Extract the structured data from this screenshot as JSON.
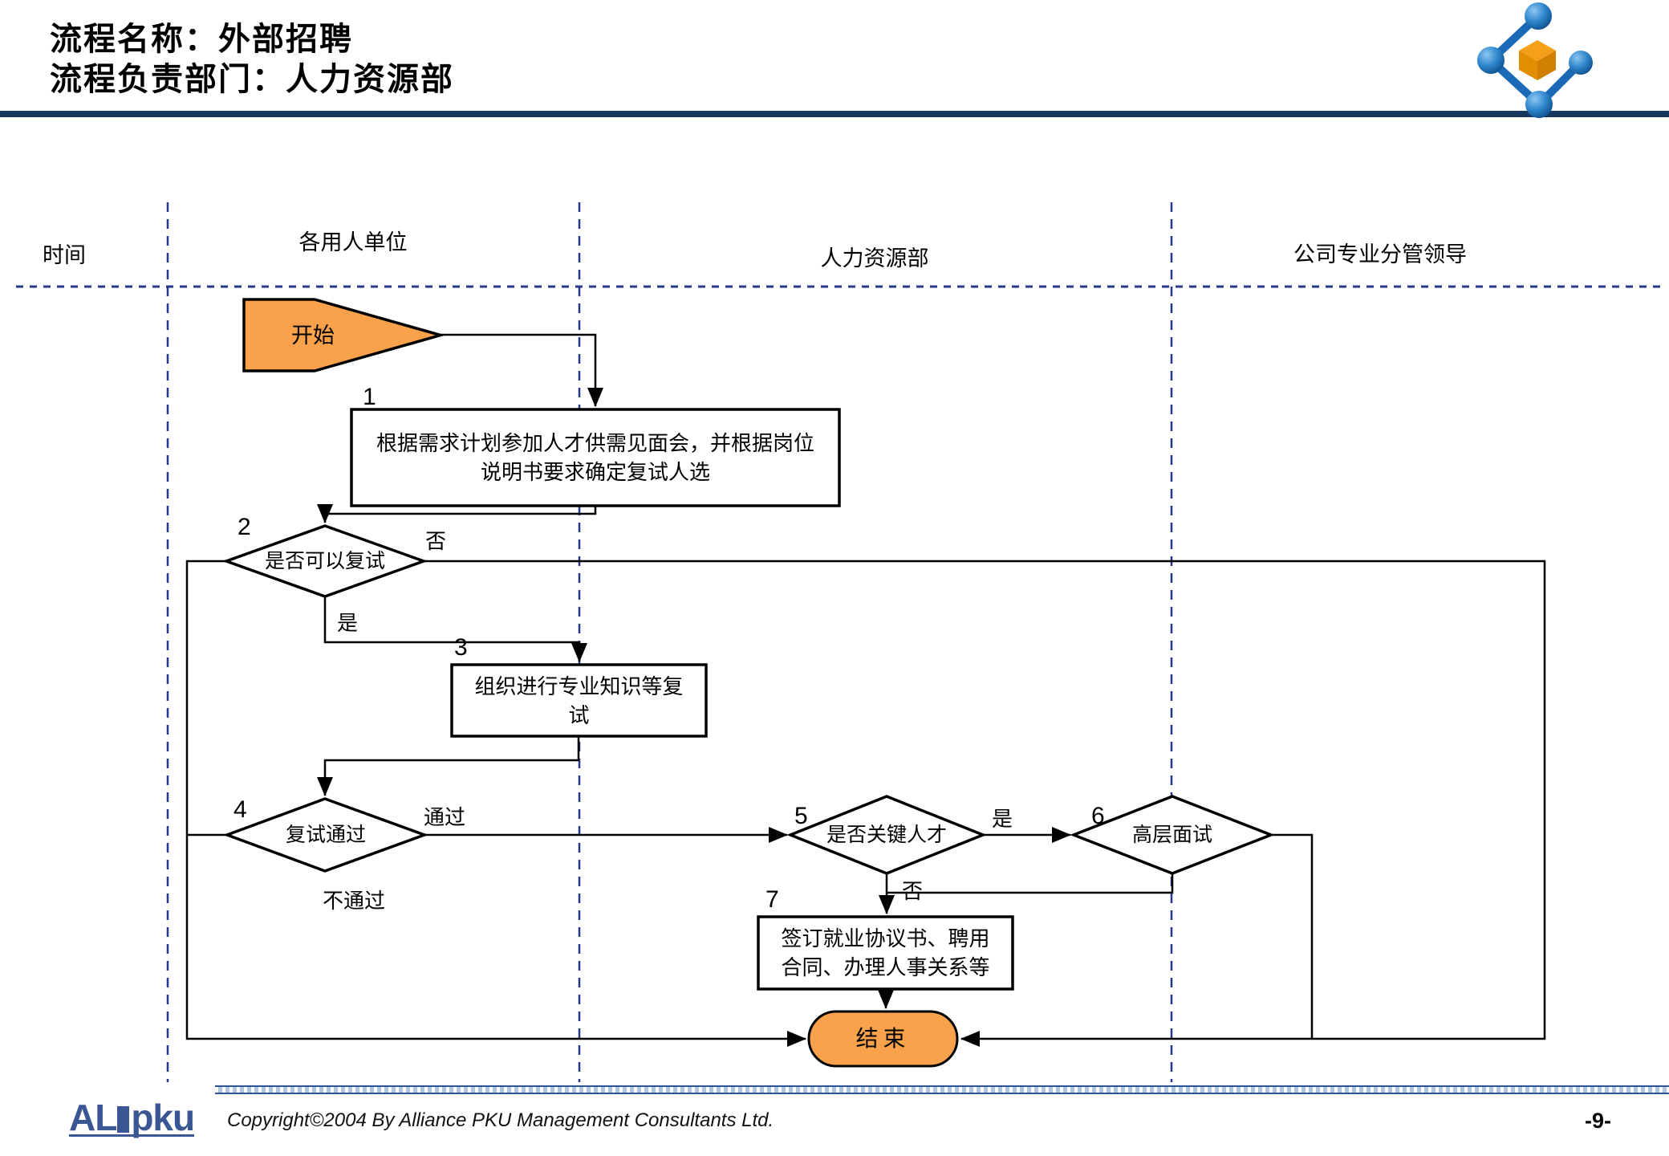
{
  "title": {
    "line1": "流程名称：外部招聘",
    "line2": "流程负责部门：人力资源部"
  },
  "lanes": {
    "time": "时间",
    "dept1": "各用人单位",
    "dept2": "人力资源部",
    "dept3": "公司专业分管领导"
  },
  "nodes": {
    "start": {
      "label": "开始"
    },
    "step1": {
      "num": "1",
      "text": "根据需求计划参加人才供需见面会，并根据岗位说明书要求确定复试人选"
    },
    "decision2": {
      "num": "2",
      "text": "是否可以复试",
      "no_label": "否",
      "yes_label": "是"
    },
    "step3": {
      "num": "3",
      "text": "组织进行专业知识等复试"
    },
    "decision4": {
      "num": "4",
      "text": "复试通过",
      "pass_label": "通过",
      "fail_label": "不通过"
    },
    "decision5": {
      "num": "5",
      "text": "是否关键人才",
      "yes_label": "是",
      "no_label": "否"
    },
    "decision6": {
      "num": "6",
      "text": "高层面试"
    },
    "step7": {
      "num": "7",
      "text": "签订就业协议书、聘用合同、办理人事关系等"
    },
    "end": {
      "label": "结束"
    }
  },
  "footer": {
    "logo_al": "AL",
    "logo_pku": "pku",
    "copyright": "Copyright©2004 By Alliance PKU Management Consultants Ltd.",
    "page": "-9-"
  },
  "colors": {
    "orange": "#FAA24B",
    "navy_dash": "#25388C",
    "title_bar": "#17375D",
    "logo_blue": "#1A6AB8",
    "footer_navy": "#2B5693"
  }
}
